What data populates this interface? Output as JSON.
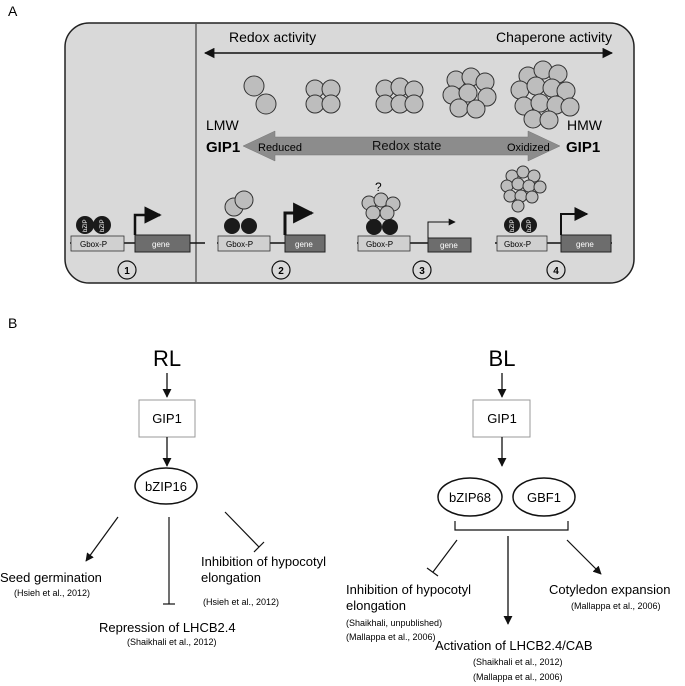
{
  "panel_a": {
    "label": "A",
    "redox_activity": "Redox activity",
    "chaperone_activity": "Chaperone activity",
    "lmw": "LMW",
    "hmw": "HMW",
    "gip1_left": "GIP1",
    "gip1_right": "GIP1",
    "reduced": "Reduced",
    "redox_state": "Redox state",
    "oxidized": "Oxidized",
    "question_mark": "?",
    "bzip": "bZIP",
    "gbox": "Gbox-P",
    "gene": "gene",
    "steps": [
      "1",
      "2",
      "3",
      "4"
    ],
    "colors": {
      "box_fill": "#d9d9d9",
      "gray_arrow": "#8c8c8c",
      "gene_box": "#6d6d6d",
      "bzip_blob": "#1a1a1a",
      "oligomer": "#bdbdbd"
    }
  },
  "panel_b": {
    "label": "B",
    "rl": {
      "title": "RL",
      "gip1": "GIP1",
      "factor": "bZIP16",
      "seed_germination": "Seed germination",
      "seed_ref": "(Hsieh et al., 2012)",
      "repression": "Repression of LHCB2.4",
      "repression_ref": "(Shaikhali et al., 2012)",
      "inhibition_line1": "Inhibition of hypocotyl",
      "inhibition_line2": "elongation",
      "inhibition_ref": "(Hsieh et al., 2012)"
    },
    "bl": {
      "title": "BL",
      "gip1": "GIP1",
      "factor1": "bZIP68",
      "factor2": "GBF1",
      "inhibition_line1": "Inhibition of hypocotyl",
      "inhibition_line2": "elongation",
      "inhibition_ref1": "(Shaikhali, unpublished)",
      "inhibition_ref2": "(Mallappa et al., 2006)",
      "activation": "Activation of LHCB2.4/CAB",
      "activation_ref1": "(Shaikhali et al., 2012)",
      "activation_ref2": "(Mallappa et al., 2006)",
      "cotyledon": "Cotyledon expansion",
      "cotyledon_ref": "(Mallappa et al., 2006)"
    }
  }
}
